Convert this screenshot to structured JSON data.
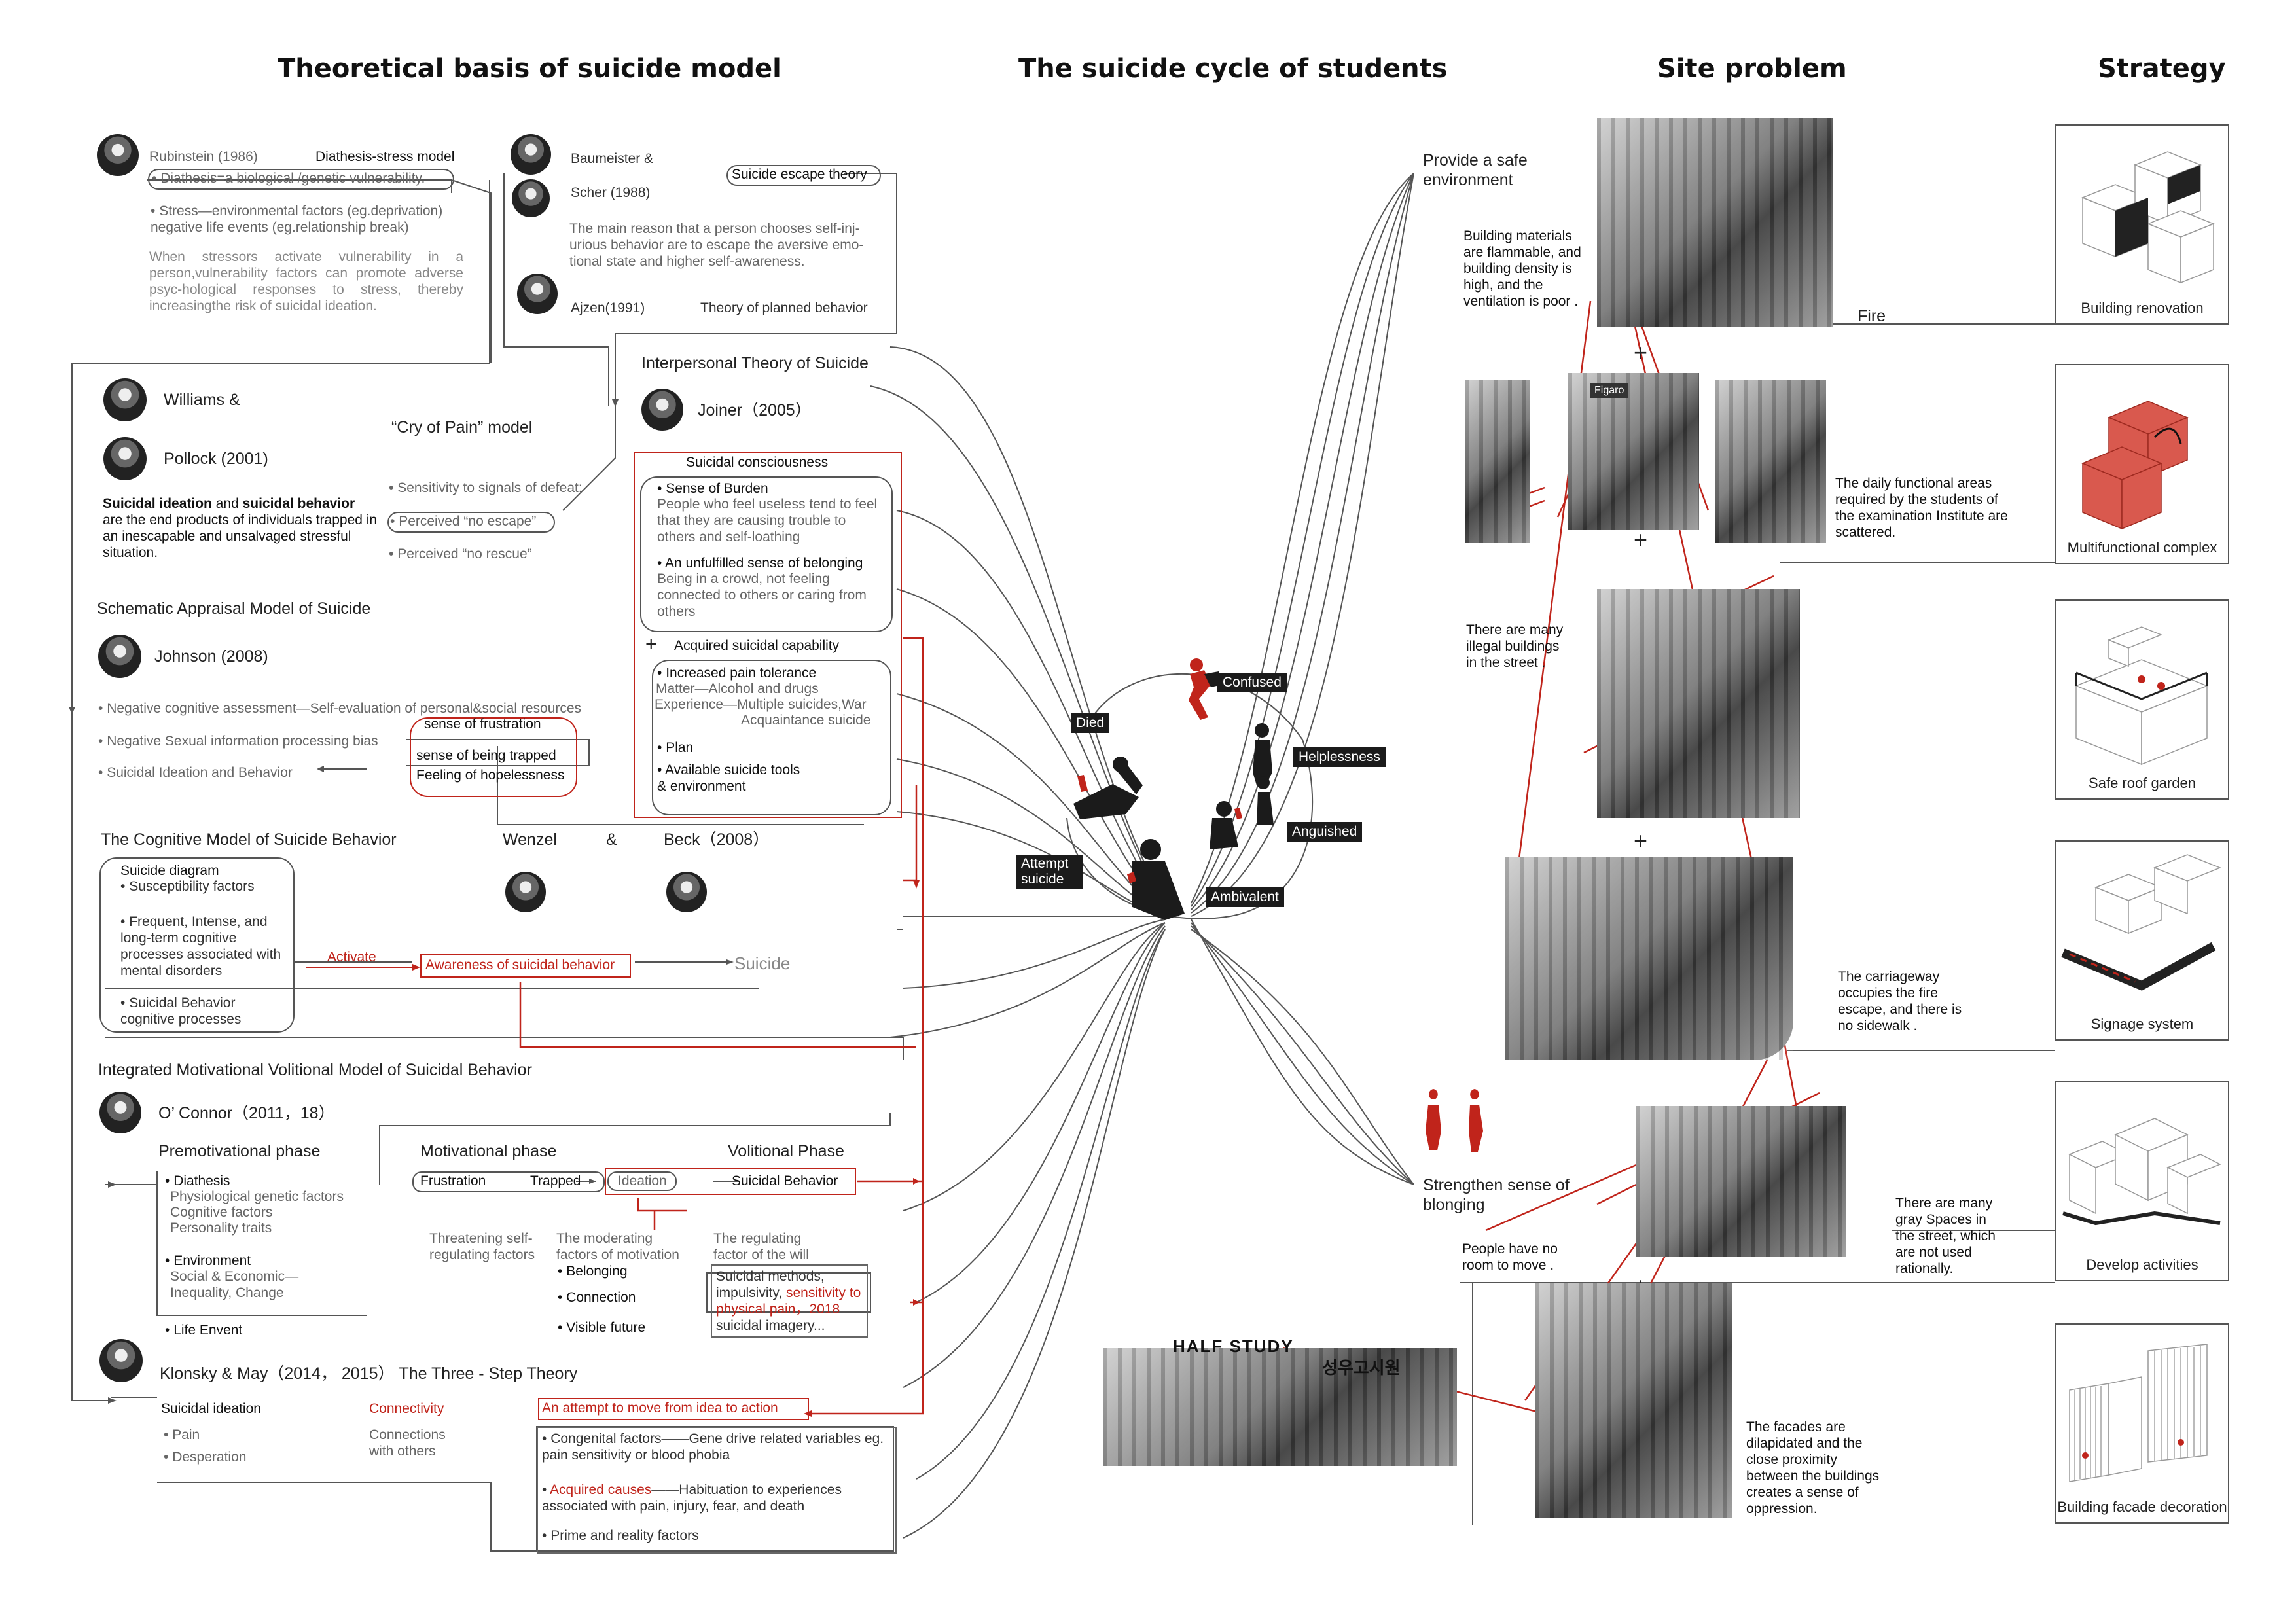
{
  "headings": {
    "theory": "Theoretical basis of suicide model",
    "cycle": "The suicide cycle of students",
    "site": "Site problem",
    "strategy": "Strategy"
  },
  "diathesis": {
    "author": "Rubinstein  (1986)",
    "model": "Diathesis-stress model",
    "line1": "Diathesis=a biological /genetic vulnerability.",
    "line2": "Stress—environmental factors (eg.deprivation) negative life events (eg.relationship break)",
    "para": "When stressors activate vulnerability in a person,vulnerability factors can promote adverse psyc-hological responses to stress, thereby increasingthe risk of suicidal ideation."
  },
  "escape": {
    "author1": "Baumeister &",
    "author2": "Scher  (1988)",
    "model": "Suicide escape theory",
    "para": "The main reason that a person chooses self-inj-urious behavior are to escape the aversive emo-tional state and higher self-awareness."
  },
  "planned": {
    "author": "Ajzen(1991)",
    "model": "Theory of planned behavior"
  },
  "cry": {
    "author1": "Williams &",
    "author2": "Pollock (2001)",
    "model": "“Cry of Pain”  model",
    "b1": "Sensitivity to signals of defeat:",
    "b2": "Perceived  “no escape”",
    "b3": "Perceived  “no rescue”",
    "para_bold1": "Suicidal ideation",
    "para_mid": " and ",
    "para_bold2": "suicidal behavior",
    "para_rest": " are the end products of individuals trapped in an inescapable and unsalvaged stressful situation."
  },
  "interpersonal": {
    "title": "Interpersonal Theory of Suicide",
    "author": "Joiner（2005）",
    "consciousness": "Suicidal consciousness",
    "burden_h": "Sense of Burden",
    "burden_t": "People who feel useless tend to feel that they are causing trouble to others and self-loathing",
    "belong_h": "An unfulfilled sense of belonging",
    "belong_t": "Being in a crowd, not feeling connected to others or caring from others",
    "capability": "Acquired suicidal capability",
    "pain": "Increased pain tolerance",
    "matter": "Matter—Alcohol and drugs",
    "exp1": "Experience—Multiple suicides,War",
    "exp2": "Acquaintance suicide",
    "plan": "Plan",
    "tools": "Available suicide tools & environment",
    "plus": "+"
  },
  "schematic": {
    "title": "Schematic Appraisal Model of Suicide",
    "author": "Johnson (2008)",
    "b1": "Negative cognitive assessment—Self-evaluation of personal&social resources",
    "b2": "Negative Sexual information processing bias",
    "b3": "Suicidal Ideation and Behavior",
    "f1": "sense of frustration",
    "f2": "sense of being trapped",
    "f3": "Feeling of hopelessness"
  },
  "cognitive": {
    "title": "The Cognitive Model of Suicide Behavior",
    "author1": "Wenzel",
    "amp": "&",
    "author2": "Beck（2008）",
    "diagram": "Suicide diagram",
    "s1": "Susceptibility factors",
    "s2": "Frequent, Intense, and long-term cognitive processes associated with mental disorders",
    "s3": "Suicidal Behavior cognitive processes",
    "activate": "Activate",
    "awareness": "Awareness of suicidal behavior",
    "suicide": "Suicide"
  },
  "imv": {
    "title": "Integrated Motivational Volitional Model of Suicidal Behavior",
    "author": "O’ Connor（2011，18）",
    "pre": "Premotivational phase",
    "motiv": "Motivational phase",
    "volit": "Volitional Phase",
    "diathesis": "Diathesis",
    "d_items": [
      "Physiological genetic factors",
      "Cognitive factors",
      "Personality traits"
    ],
    "env": "Environment",
    "env_t": "Social & Economic— Inequality, Change",
    "life": "Life Envent",
    "frustration": "Frustration",
    "trapped": "Trapped",
    "ideation": "Ideation",
    "behavior": "Suicidal Behavior",
    "threat": "Threatening self-regulating factors",
    "moderating": "The moderating factors of motivation",
    "m_items": [
      "Belonging",
      "Connection",
      "Visible future"
    ],
    "regulating": "The regulating factor of the will",
    "reg_a": "Suicidal methods, impulsivity, ",
    "reg_red": "sensitivity to physical pain，2018",
    "reg_b": "suicidal imagery..."
  },
  "threestep": {
    "title": "Klonsky & May（2014， 2015） The Three - Step Theory",
    "ideation": "Suicidal ideation",
    "i_items": [
      "Pain",
      "Desperation"
    ],
    "connectivity": "Connectivity",
    "connections": "Connections with others",
    "attempt": "An attempt to move from idea to action",
    "c1": "Congenital factors——Gene drive related variables eg. pain sensitivity or blood phobia",
    "c2_red": "Acquired causes",
    "c2": "——Habituation to experiences associated with pain, injury, fear, and death",
    "c3": "Prime and reality factors"
  },
  "cycle": {
    "safe": "Provide a safe environment",
    "belong": "Strengthen sense of blonging",
    "states": [
      "Confused",
      "Helplessness",
      "Anguished",
      "Ambivalent",
      "Attempt suicide",
      "Died"
    ]
  },
  "site": {
    "fire_desc": "Building materials are flammable, and building density is high, and the ventilation is poor .",
    "fire": "Fire",
    "scattered": "The daily functional areas required by the students of the examination Institute are scattered.",
    "illegal": "There are many illegal buildings in the street .",
    "carriage": "The carriageway occupies the fire escape, and there is no sidewalk .",
    "room": "People have no room to move .",
    "gray": "There are many gray Spaces in the street, which are not used rationally.",
    "facades": "The facades are dilapidated and the close proximity between the buildings creates a sense of oppression.",
    "sign1": "HALF STUDY",
    "sign2": "성우고시원",
    "sign3": "Figaro"
  },
  "strategy": {
    "items": [
      "Building renovation",
      "Multifunctional complex",
      "Safe roof garden",
      "Signage system",
      "Develop activities",
      "Building facade decoration"
    ]
  },
  "colors": {
    "accent": "#c0241b",
    "line": "#555555",
    "ink": "#111111"
  }
}
